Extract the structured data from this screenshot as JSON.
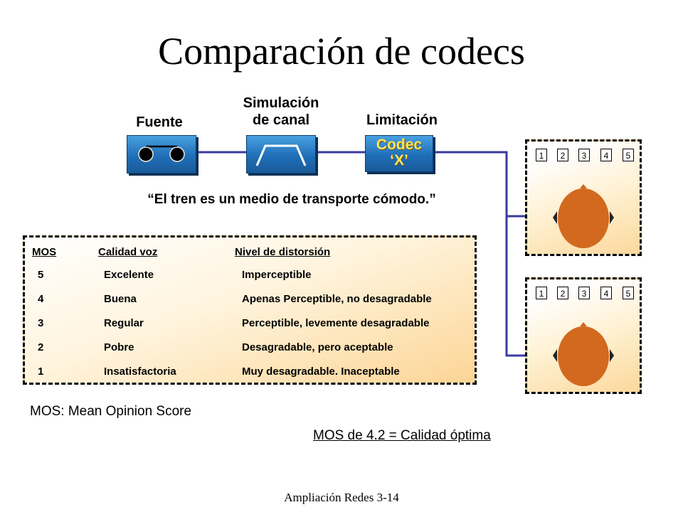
{
  "title": "Comparación de codecs",
  "stages": {
    "source_label": "Fuente",
    "channel_label_line1": "Simulación",
    "channel_label_line2": "de canal",
    "limit_label": "Limitación",
    "codec_line1": "Codec",
    "codec_line2": "‘X’"
  },
  "quote": "“El tren es un medio de transporte cómodo.”",
  "mos_table": {
    "headers": [
      "MOS",
      "Calidad voz",
      "Nivel de distorsión"
    ],
    "rows": [
      {
        "score": "5",
        "quality": "Excelente",
        "distortion": "Imperceptible"
      },
      {
        "score": "4",
        "quality": "Buena",
        "distortion": "Apenas Perceptible, no desagradable"
      },
      {
        "score": "3",
        "quality": "Regular",
        "distortion": "Perceptible, levemente desagradable"
      },
      {
        "score": "2",
        "quality": "Pobre",
        "distortion": "Desagradable, pero aceptable"
      },
      {
        "score": "1",
        "quality": "Insatisfactoria",
        "distortion": "Muy desagradable. Inaceptable"
      }
    ]
  },
  "listener_scores": [
    "1",
    "2",
    "3",
    "4",
    "5"
  ],
  "mos_note": "MOS: Mean Opinion Score",
  "mos_best": "MOS de 4.2 = Calidad óptima",
  "footer": "Ampliación Redes 3-14",
  "colors": {
    "block_blue": "#1f6fb8",
    "connector_blue": "#3a3aa0",
    "codec_text": "#ffe25a",
    "head_orange": "#d2691e",
    "panel_peach": "#fcd596"
  }
}
